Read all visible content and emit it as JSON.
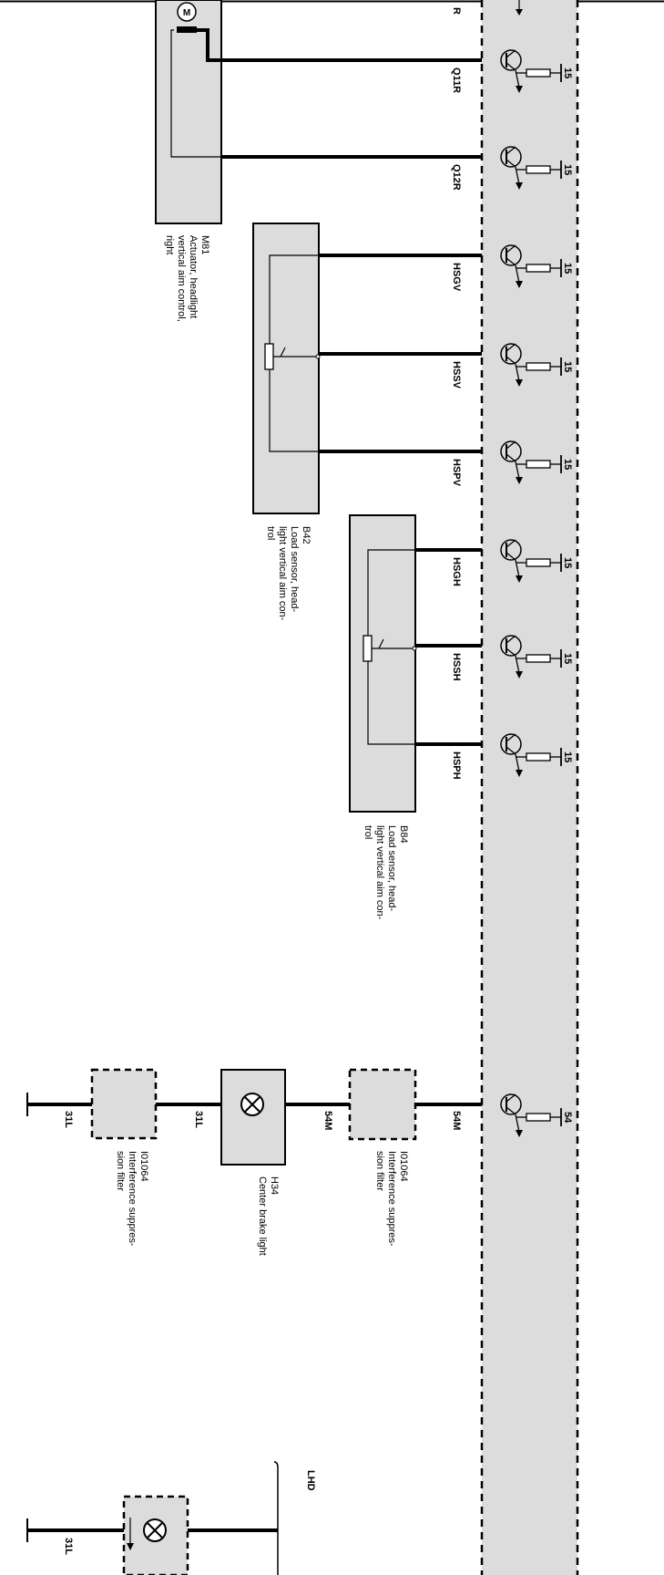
{
  "control_unit": {
    "top_label": "R",
    "pins": [
      {
        "signal": "Q11R",
        "pin": "15"
      },
      {
        "signal": "Q12R",
        "pin": "15"
      },
      {
        "signal": "HSGV",
        "pin": "15"
      },
      {
        "signal": "HSSV",
        "pin": "15"
      },
      {
        "signal": "HSPV",
        "pin": "15"
      },
      {
        "signal": "HSGH",
        "pin": "15"
      },
      {
        "signal": "HSSH",
        "pin": "15"
      },
      {
        "signal": "HSPH",
        "pin": "15"
      },
      {
        "signal": "54M",
        "pin": "54"
      }
    ]
  },
  "components": {
    "m81": {
      "id": "M81",
      "lines": [
        "Actuator, headlight",
        "vertical aim  control,",
        "right"
      ],
      "motor_symbol": "M"
    },
    "b42": {
      "id": "B42",
      "lines": [
        "Load sensor, head-",
        "light vertical aim   con-",
        "trol"
      ]
    },
    "b84": {
      "id": "B84",
      "lines": [
        "Load sensor, head-",
        "light vertical aim   con-",
        "trol"
      ]
    },
    "filter_upper": {
      "id": "I01064",
      "lines": [
        "Interference suppres-",
        "sion filter"
      ]
    },
    "h34": {
      "id": "H34",
      "lines": [
        "Center brake light"
      ]
    },
    "filter_lower": {
      "id": "I01064",
      "lines": [
        "Interference suppres-",
        "sion filter"
      ]
    }
  },
  "wire_labels": {
    "brake_feed_upper": "54M",
    "brake_feed_mid": "54M",
    "ground_mid": "31L",
    "ground_lower": "31L",
    "ground_bottom": "31L"
  },
  "lhd_label": "LHD"
}
